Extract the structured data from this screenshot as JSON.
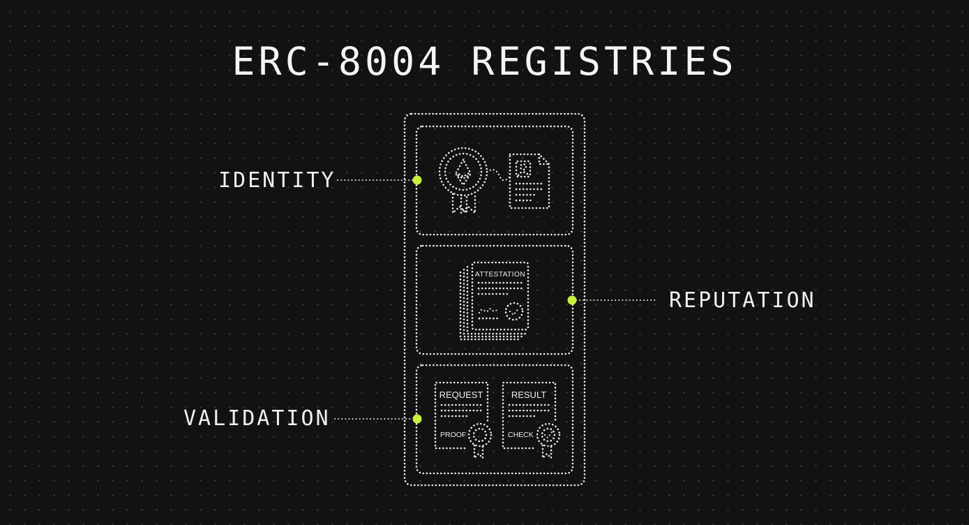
{
  "title": "ERC-8004 REGISTRIES",
  "labels": {
    "identity": "IDENTITY",
    "reputation": "REPUTATION",
    "validation": "VALIDATION"
  },
  "cards": {
    "attestation": "ATTESTATION",
    "request": "REQUEST",
    "proof": "PROOF",
    "result": "RESULT",
    "check": "CHECK"
  },
  "colors": {
    "background": "#121212",
    "dots": "#3a3a3a",
    "accent": "#c8f03c",
    "line": "#e8e8e8"
  },
  "icons": [
    "ethereum-medal-icon",
    "profile-document-icon",
    "attestation-stack-icon",
    "request-proof-icon",
    "result-check-icon"
  ]
}
